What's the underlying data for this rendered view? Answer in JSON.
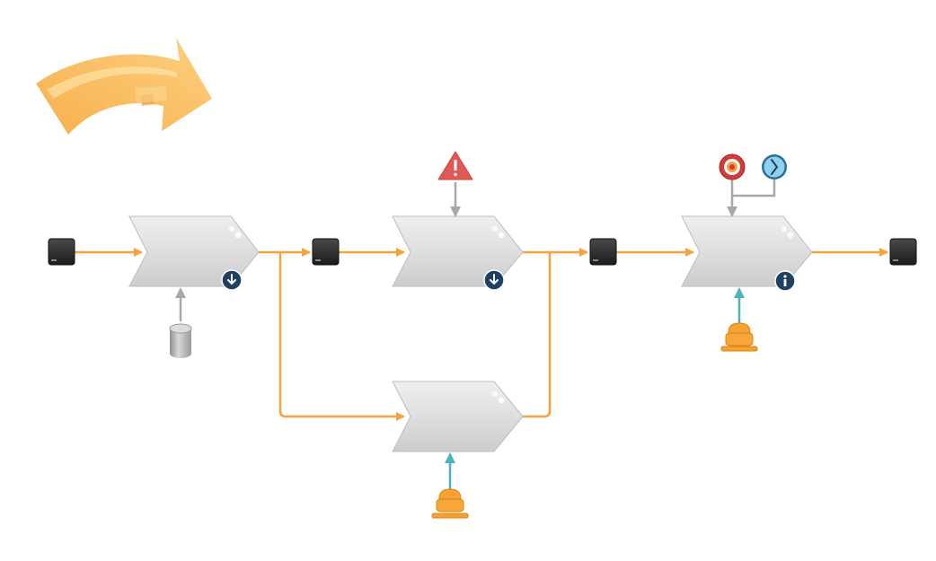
{
  "diagram": {
    "type": "process-flow",
    "colors": {
      "flow": "#f5a33a",
      "support": "#a8a8a8",
      "input": "#4db3bd",
      "step_fill_top": "#ececec",
      "step_fill_bottom": "#cfcfcf",
      "node": "#2a2a2a",
      "badge": "#1f4060",
      "warning": "#e05a55",
      "target_ring": "#d33a3a",
      "clock": "#8fd0ee",
      "person": "#f6a132",
      "logo_arrow": "#f9b850"
    },
    "logo": {
      "icon": "curved-arrow-logo"
    },
    "steps": [
      {
        "id": "step-1",
        "badge": "download-badge-icon"
      },
      {
        "id": "step-2",
        "badge": "download-badge-icon"
      },
      {
        "id": "step-3",
        "badge": ""
      },
      {
        "id": "step-4",
        "badge": "info-badge-icon"
      }
    ],
    "nodes": [
      "start-node",
      "node-2",
      "node-3",
      "end-node"
    ],
    "attachments": [
      {
        "icon": "database-icon",
        "attached_to": "step-1"
      },
      {
        "icon": "warning-triangle-icon",
        "attached_to": "step-2"
      },
      {
        "icon": "person-icon",
        "attached_to": "step-3"
      },
      {
        "icon": "target-icon",
        "attached_to": "step-4"
      },
      {
        "icon": "clock-icon",
        "attached_to": "step-4"
      },
      {
        "icon": "person-icon",
        "attached_to": "step-4"
      }
    ]
  }
}
